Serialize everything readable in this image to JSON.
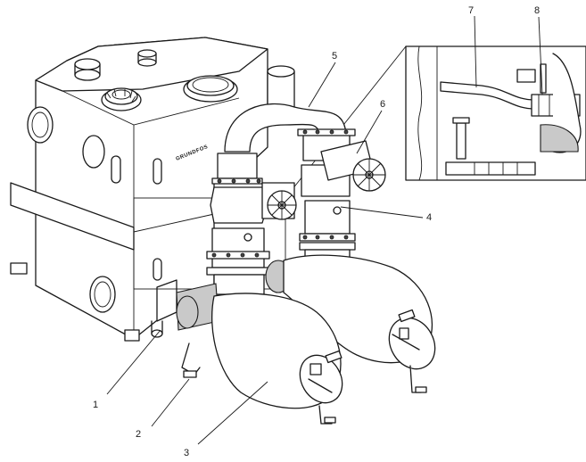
{
  "figure": {
    "brand_text": "GRUNDFOS",
    "callouts": [
      {
        "id": "1",
        "text": "1"
      },
      {
        "id": "2",
        "text": "2"
      },
      {
        "id": "3",
        "text": "3"
      },
      {
        "id": "4",
        "text": "4"
      },
      {
        "id": "5",
        "text": "5"
      },
      {
        "id": "6",
        "text": "6"
      },
      {
        "id": "7",
        "text": "7"
      },
      {
        "id": "8",
        "text": "8"
      }
    ]
  }
}
